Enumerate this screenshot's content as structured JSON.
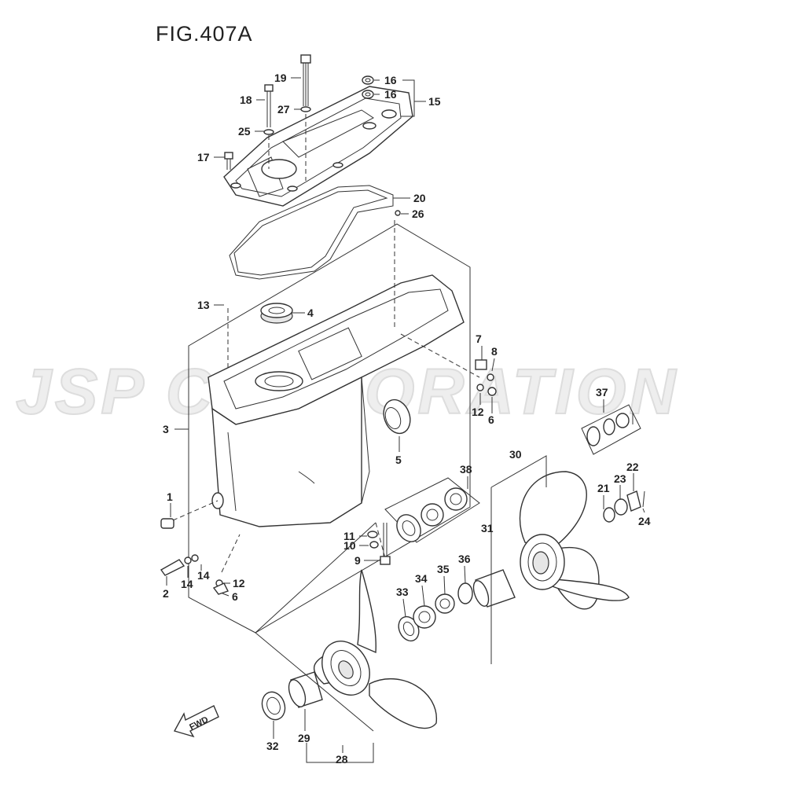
{
  "figure": {
    "title": "FIG.407A"
  },
  "watermark": {
    "text": "JSP CORPORATION"
  },
  "fwd_label": "FWD",
  "callouts": [
    {
      "id": "c1",
      "label": "1"
    },
    {
      "id": "c2",
      "label": "2"
    },
    {
      "id": "c3",
      "label": "3"
    },
    {
      "id": "c4",
      "label": "4"
    },
    {
      "id": "c5",
      "label": "5"
    },
    {
      "id": "c6a",
      "label": "6"
    },
    {
      "id": "c6b",
      "label": "6"
    },
    {
      "id": "c7",
      "label": "7"
    },
    {
      "id": "c8",
      "label": "8"
    },
    {
      "id": "c9",
      "label": "9"
    },
    {
      "id": "c10",
      "label": "10"
    },
    {
      "id": "c11",
      "label": "11"
    },
    {
      "id": "c12a",
      "label": "12"
    },
    {
      "id": "c12b",
      "label": "12"
    },
    {
      "id": "c13",
      "label": "13"
    },
    {
      "id": "c14a",
      "label": "14"
    },
    {
      "id": "c14b",
      "label": "14"
    },
    {
      "id": "c15",
      "label": "15"
    },
    {
      "id": "c16a",
      "label": "16"
    },
    {
      "id": "c16b",
      "label": "16"
    },
    {
      "id": "c17",
      "label": "17"
    },
    {
      "id": "c18",
      "label": "18"
    },
    {
      "id": "c19",
      "label": "19"
    },
    {
      "id": "c20",
      "label": "20"
    },
    {
      "id": "c21",
      "label": "21"
    },
    {
      "id": "c22",
      "label": "22"
    },
    {
      "id": "c23",
      "label": "23"
    },
    {
      "id": "c24",
      "label": "24"
    },
    {
      "id": "c25",
      "label": "25"
    },
    {
      "id": "c26",
      "label": "26"
    },
    {
      "id": "c27",
      "label": "27"
    },
    {
      "id": "c28",
      "label": "28"
    },
    {
      "id": "c29",
      "label": "29"
    },
    {
      "id": "c30",
      "label": "30"
    },
    {
      "id": "c31",
      "label": "31"
    },
    {
      "id": "c32",
      "label": "32"
    },
    {
      "id": "c33",
      "label": "33"
    },
    {
      "id": "c34",
      "label": "34"
    },
    {
      "id": "c35",
      "label": "35"
    },
    {
      "id": "c36",
      "label": "36"
    },
    {
      "id": "c37",
      "label": "37"
    },
    {
      "id": "c38",
      "label": "38"
    }
  ]
}
